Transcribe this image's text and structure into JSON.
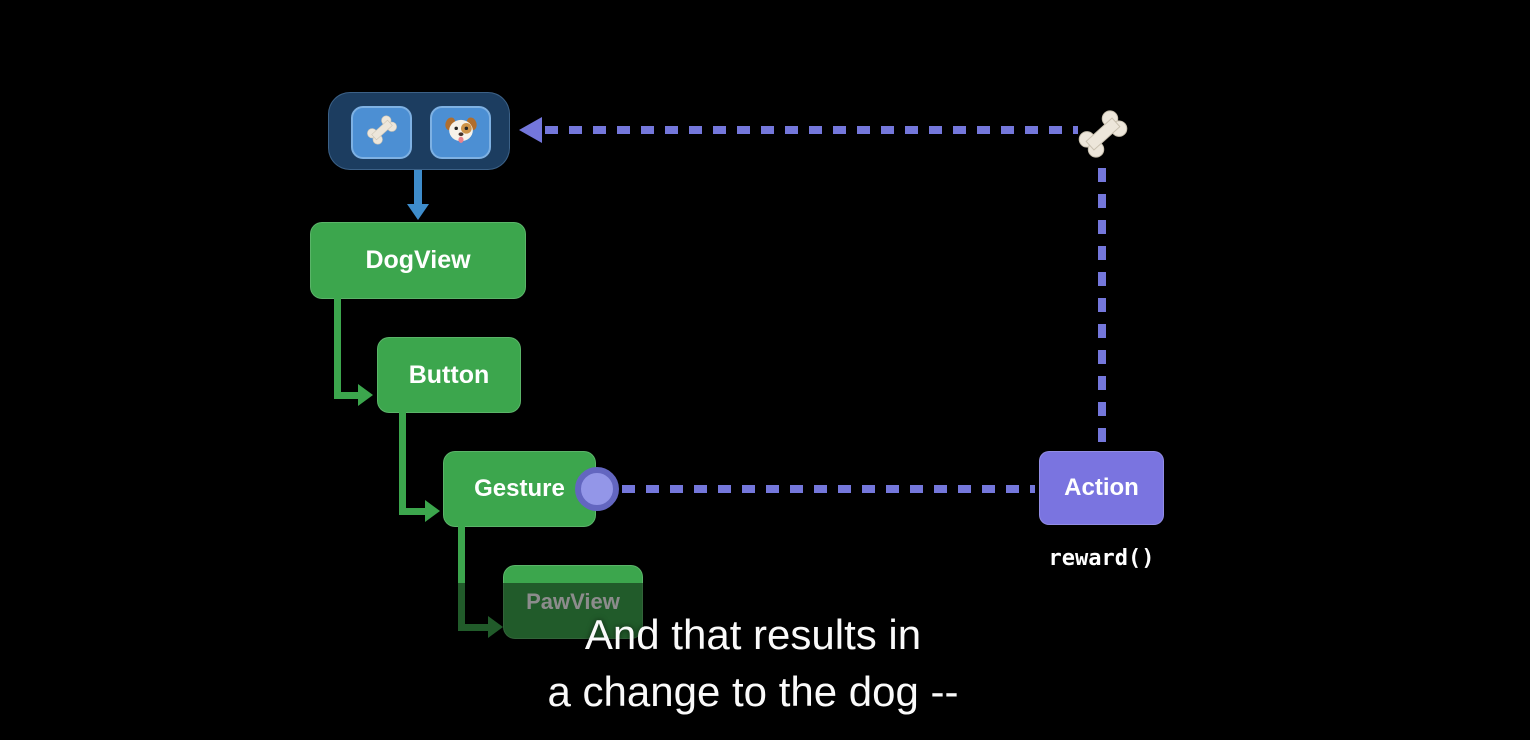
{
  "slide": {
    "type": "architecture-diagram",
    "caption": {
      "line1": "And that results in",
      "line2": "a change to the dog --"
    }
  },
  "nodes": {
    "dogview": {
      "label": "DogView"
    },
    "button": {
      "label": "Button"
    },
    "gesture": {
      "label": "Gesture"
    },
    "pawview": {
      "label": "PawView"
    },
    "action": {
      "label": "Action"
    }
  },
  "annotations": {
    "reward": "reward()"
  },
  "icons": {
    "bone": "🦴",
    "dog": "🐶"
  },
  "colors": {
    "green": "#3CA64D",
    "blue": "#3E8CCB",
    "navy": "#1C3D60",
    "tile": "#4C8FD3",
    "tileBorder": "#7EB1E3",
    "purple": "#7477DB",
    "action": "#7A74E0",
    "circleFill": "#9396E8",
    "circleRing": "#6366C0"
  }
}
